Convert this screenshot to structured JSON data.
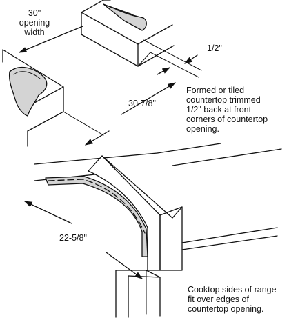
{
  "top_figure": {
    "opening_width_label": [
      "30\"",
      "opening",
      "width"
    ],
    "trim_label": "1/2\"",
    "depth_label": "30-7/8\"",
    "note": [
      "Formed or tiled",
      "countertop trimmed",
      "1/2\" back at front",
      "corners of countertop",
      "opening."
    ]
  },
  "bottom_figure": {
    "dimension_label": "22-5/8\"",
    "note": [
      "Cooktop sides of range",
      "fit over edges of",
      "countertop opening."
    ]
  },
  "colors": {
    "ink": "#111111",
    "fill": "#d4d4d4",
    "paper": "#ffffff"
  }
}
